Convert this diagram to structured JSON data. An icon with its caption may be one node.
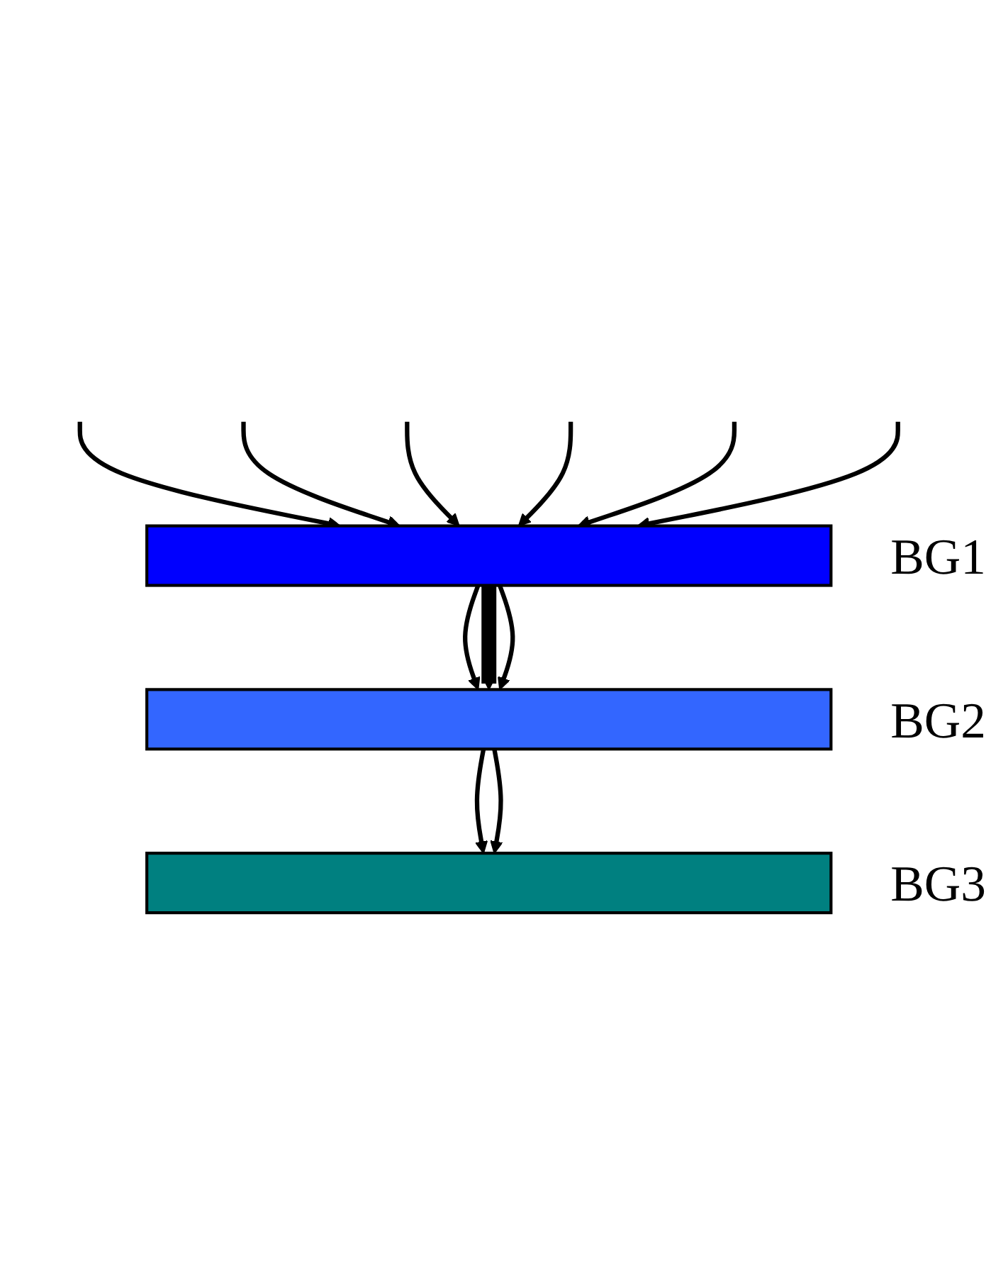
{
  "diagram": {
    "nodes": [
      {
        "text": [],
        "shape": "bar",
        "beside": [
          "BG1"
        ]
      },
      {
        "text": [],
        "shape": "bar",
        "beside": [
          "BG2"
        ]
      },
      {
        "text": [],
        "shape": "bar",
        "beside": [
          "BG3"
        ]
      }
    ],
    "edges": [
      {
        "from": null,
        "to": 0,
        "arrow": "to"
      },
      {
        "from": null,
        "to": 0,
        "arrow": "to"
      },
      {
        "from": null,
        "to": 0,
        "arrow": "to"
      },
      {
        "from": null,
        "to": 0,
        "arrow": "to"
      },
      {
        "from": null,
        "to": 0,
        "arrow": "to"
      },
      {
        "from": null,
        "to": 0,
        "arrow": "to"
      },
      {
        "from": 0,
        "to": 1,
        "arrow": "to"
      },
      {
        "from": 0,
        "to": 1,
        "arrow": "to",
        "style": "thick"
      },
      {
        "from": 0,
        "to": 1,
        "arrow": "to"
      },
      {
        "from": 1,
        "to": 2,
        "arrow": "to"
      },
      {
        "from": 1,
        "to": 2,
        "arrow": "to"
      }
    ]
  }
}
